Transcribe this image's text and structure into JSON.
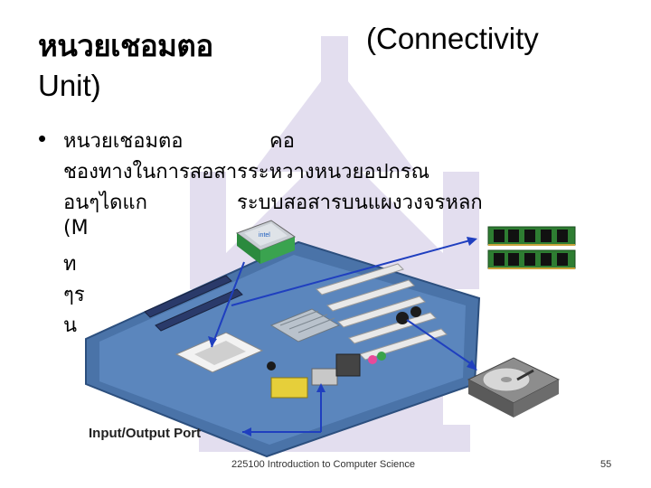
{
  "title": {
    "thai": "หนวยเชอมตอ",
    "english_line1": "(Connectivity",
    "english_line2": "Unit)"
  },
  "bullet": {
    "line1_a": "หนวยเชอมตอ",
    "line1_b": "คอ",
    "line2": "ชองทางในการสอสารระหวางหนวยอปกรณ",
    "line3_a": "อนๆไดแก",
    "line3_b": "ระบบสอสารบนแผงวงจรหลก",
    "line4": "(M",
    "line5": "ท",
    "line6": "ๆร",
    "line7": "น"
  },
  "figure": {
    "port_label": "Input/Output Port",
    "chip_label": "intel"
  },
  "footer": {
    "course": "225100 Introduction to Computer Science",
    "page": "55"
  },
  "colors": {
    "arrow": "#1f3fbf",
    "board": "#4a73a8",
    "watermark": "#6b4fa8"
  }
}
